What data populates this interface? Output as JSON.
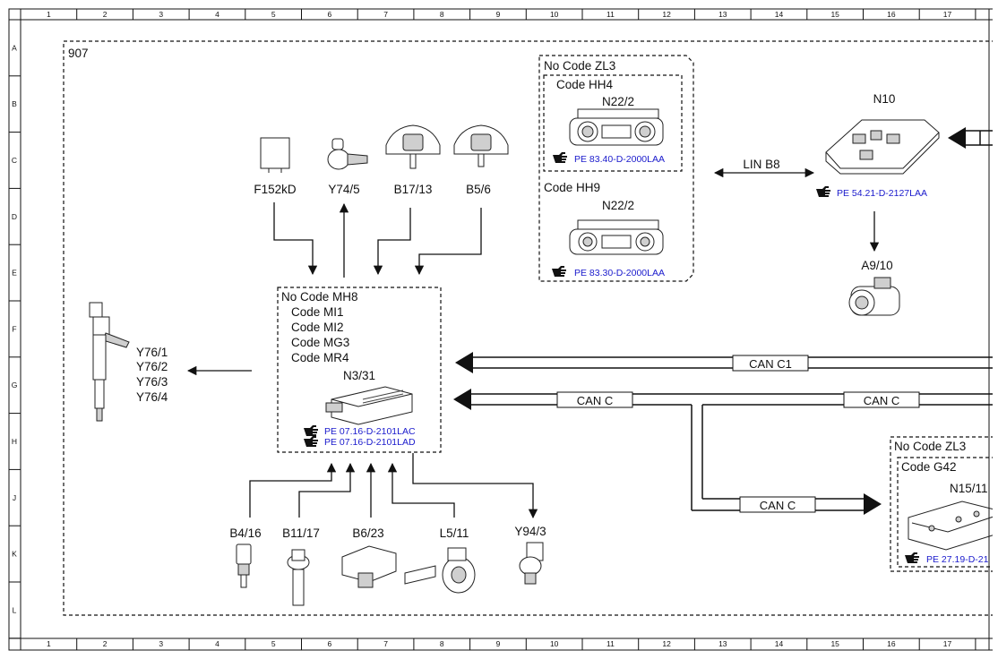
{
  "grid": {
    "columns": [
      "1",
      "2",
      "3",
      "4",
      "5",
      "6",
      "7",
      "8",
      "9",
      "10",
      "11",
      "12",
      "13",
      "14",
      "15",
      "16",
      "17"
    ],
    "rows": [
      "A",
      "B",
      "C",
      "D",
      "E",
      "F",
      "G",
      "H",
      "J",
      "K",
      "L"
    ]
  },
  "frame_label": "907",
  "sensors_top": [
    {
      "id": "F152kD"
    },
    {
      "id": "Y74/5"
    },
    {
      "id": "B17/13"
    },
    {
      "id": "B5/6"
    }
  ],
  "ecu": {
    "lines": [
      "No Code MH8",
      "Code MI1",
      "Code MI2",
      "Code MG3",
      "Code MR4"
    ],
    "id": "N3/31",
    "refs": [
      "PE 07.16-D-2101LAC",
      "PE 07.16-D-2101LAD"
    ]
  },
  "injectors": [
    "Y76/1",
    "Y76/2",
    "Y76/3",
    "Y76/4"
  ],
  "sensors_bottom": [
    {
      "id": "B4/16"
    },
    {
      "id": "B11/17"
    },
    {
      "id": "B6/23"
    },
    {
      "id": "L5/11"
    },
    {
      "id": "Y94/3"
    }
  ],
  "climate_group": {
    "outer_label": "No Code ZL3",
    "units": [
      {
        "code": "Code HH4",
        "id": "N22/2",
        "ref": "PE 83.40-D-2000LAA"
      },
      {
        "code": "Code HH9",
        "id": "N22/2",
        "ref": "PE 83.30-D-2000LAA"
      }
    ]
  },
  "lin_label": "LIN B8",
  "n10": {
    "id": "N10",
    "ref": "PE 54.21-D-2127LAA"
  },
  "compressor": {
    "id": "A9/10"
  },
  "buses": {
    "can_c1": "CAN C1",
    "can_c_left": "CAN C",
    "can_c_right": "CAN C",
    "can_c_lower": "CAN C"
  },
  "transmission_group": {
    "outer_label": "No Code ZL3",
    "code": "Code G42",
    "id": "N15/11",
    "ref": "PE 27.19-D-21"
  },
  "icons": [
    "pointing-hand-icon",
    "arrow-icon"
  ]
}
